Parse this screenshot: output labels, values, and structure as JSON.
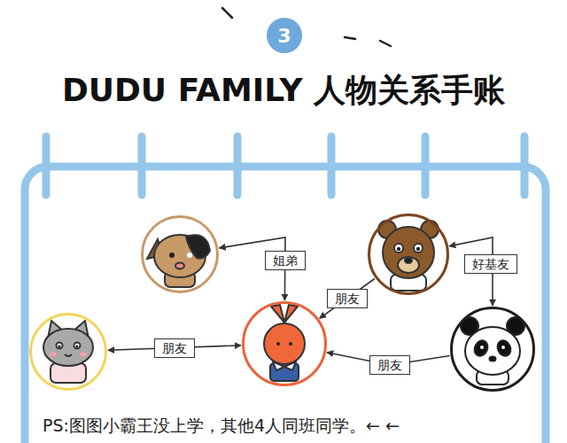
{
  "diagram": {
    "title": "DUDU FAMILY 人物关系手账",
    "nodes": [
      {
        "text": [
          "3"
        ]
      },
      {
        "text": []
      },
      {
        "text": []
      },
      {
        "text": []
      },
      {
        "text": []
      },
      {
        "text": []
      }
    ],
    "edges": [
      {
        "from": 1,
        "to": 4,
        "label": "姐弟",
        "arrow": "both"
      },
      {
        "from": 2,
        "to": 5,
        "label": "好基友",
        "arrow": "both"
      },
      {
        "from": 3,
        "to": 4,
        "label": "朋友",
        "arrow": "both"
      },
      {
        "from": 2,
        "to": 4,
        "label": "朋友",
        "arrow": "to"
      },
      {
        "from": 5,
        "to": 4,
        "label": "朋友",
        "arrow": "to"
      }
    ],
    "labels": [
      "PS:图图小霸王没上学，其他4人同班同学。← ←"
    ]
  }
}
